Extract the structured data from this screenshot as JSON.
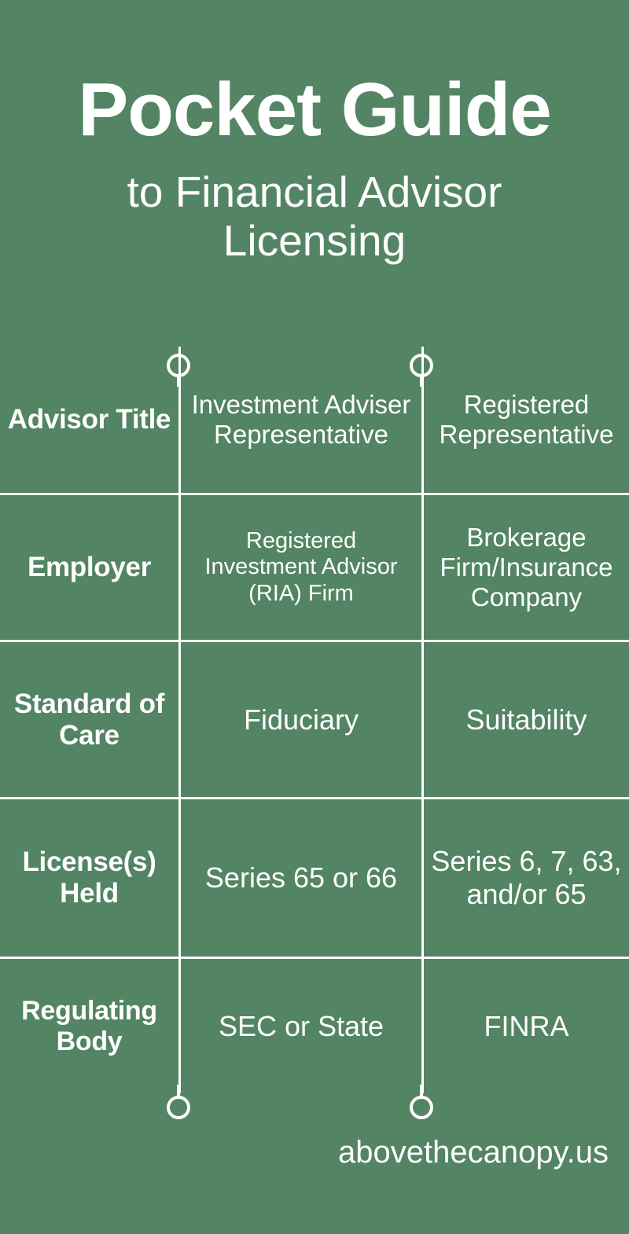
{
  "colors": {
    "background": "#538463",
    "text": "#ffffff",
    "divider": "#ffffff"
  },
  "header": {
    "title": "Pocket Guide",
    "subtitle": "to Financial Advisor Licensing"
  },
  "table": {
    "rows": [
      {
        "label": "Advisor Title",
        "ria": "Investment Adviser Representative",
        "broker": "Registered Representative"
      },
      {
        "label": "Employer",
        "ria": "Registered Investment Advisor (RIA) Firm",
        "broker": "Brokerage Firm/Insurance Company"
      },
      {
        "label": "Standard of Care",
        "ria": "Fiduciary",
        "broker": "Suitability"
      },
      {
        "label": "License(s) Held",
        "ria": "Series 65 or 66",
        "broker": "Series 6, 7, 63, and/or 65"
      },
      {
        "label": "Regulating Body",
        "ria": "SEC or State",
        "broker": "FINRA"
      }
    ]
  },
  "decorations": {
    "pin_top_left": "pin-circle-icon",
    "pin_top_right": "pin-circle-icon",
    "pin_bottom_left": "pin-circle-icon",
    "pin_bottom_right": "pin-circle-icon"
  },
  "footer": {
    "website": "abovethecanopy.us"
  }
}
